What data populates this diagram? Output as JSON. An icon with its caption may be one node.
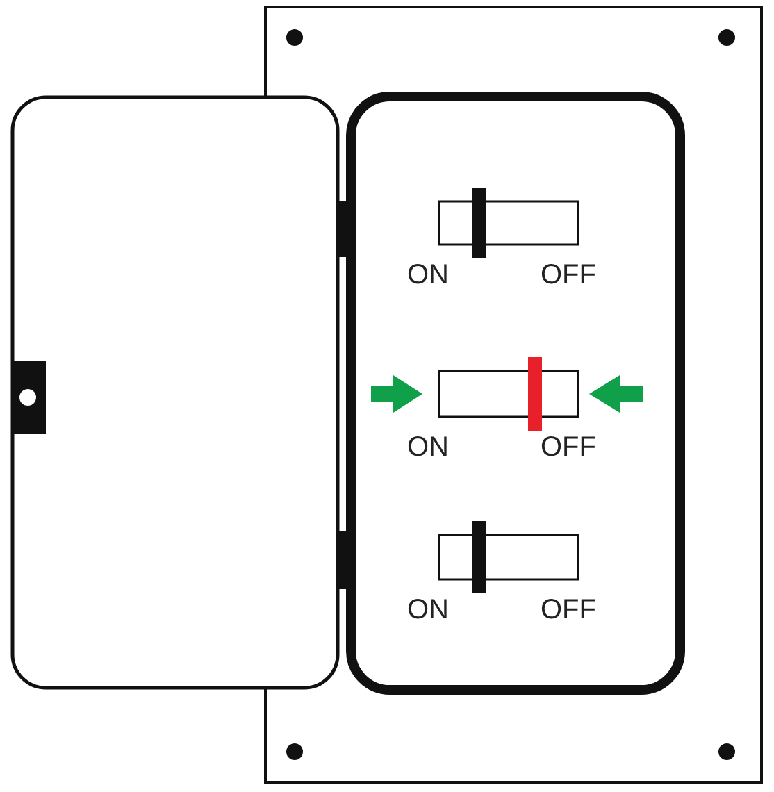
{
  "diagram": {
    "labels": [
      "ON",
      "OFF",
      "ON",
      "OFF",
      "ON",
      "OFF"
    ]
  }
}
